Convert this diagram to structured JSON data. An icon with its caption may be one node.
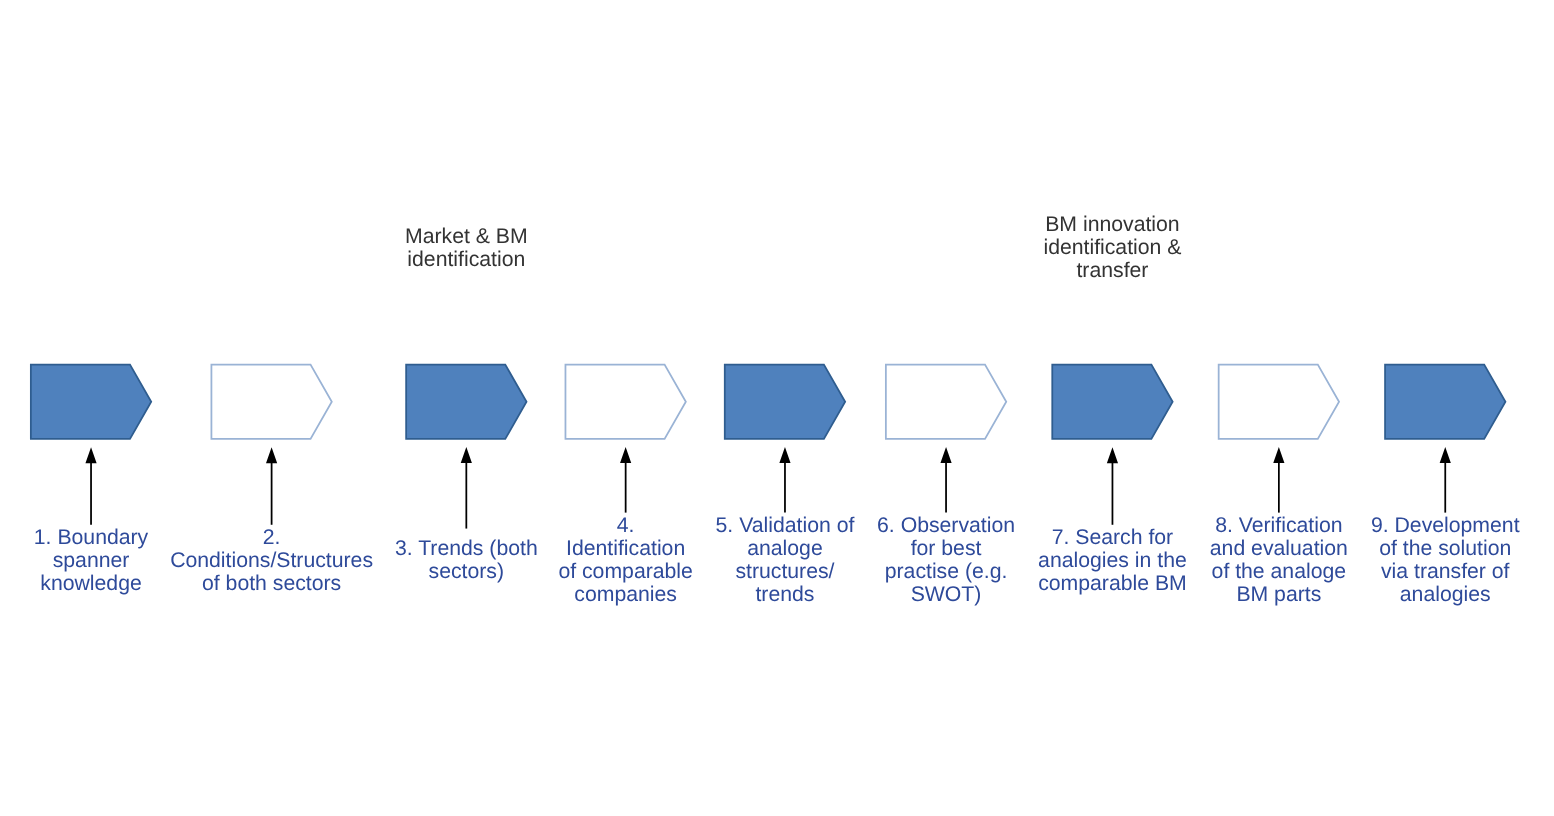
{
  "diagram": {
    "nodes": [
      {
        "text": [],
        "shape": "chevron"
      },
      {
        "text": [],
        "shape": "chevron"
      },
      {
        "text": [],
        "shape": "chevron"
      },
      {
        "text": [],
        "shape": "chevron"
      },
      {
        "text": [],
        "shape": "chevron"
      },
      {
        "text": [],
        "shape": "chevron"
      },
      {
        "text": [],
        "shape": "chevron"
      },
      {
        "text": [],
        "shape": "chevron"
      },
      {
        "text": [],
        "shape": "chevron"
      },
      {
        "text": [
          "1. Boundary spanner knowledge"
        ]
      },
      {
        "text": [
          "2. Conditions/Structures of both sectors"
        ]
      },
      {
        "text": [
          "3. Trends (both sectors)"
        ]
      },
      {
        "text": [
          "4. Identification of comparable companies"
        ]
      },
      {
        "text": [
          "5. Validation of analoge structures/ trends"
        ]
      },
      {
        "text": [
          "6. Observation for best practise (e.g. SWOT)"
        ]
      },
      {
        "text": [
          "7. Search for analogies in the comparable BM"
        ]
      },
      {
        "text": [
          "8. Verification and evaluation of the analoge BM parts"
        ]
      },
      {
        "text": [
          "9. Development of the solution via transfer of analogies"
        ]
      }
    ],
    "edges": [
      {
        "from": 9,
        "to": 0,
        "arrow": "to"
      },
      {
        "from": 10,
        "to": 1,
        "arrow": "to"
      },
      {
        "from": 11,
        "to": 2,
        "arrow": "to"
      },
      {
        "from": 12,
        "to": 3,
        "arrow": "to"
      },
      {
        "from": 13,
        "to": 4,
        "arrow": "to"
      },
      {
        "from": 14,
        "to": 5,
        "arrow": "to"
      },
      {
        "from": 15,
        "to": 6,
        "arrow": "to"
      },
      {
        "from": 16,
        "to": 7,
        "arrow": "to"
      },
      {
        "from": 17,
        "to": 8,
        "arrow": "to"
      }
    ],
    "labels": [
      "Market & BM identification",
      "BM innovation identification & transfer"
    ]
  }
}
